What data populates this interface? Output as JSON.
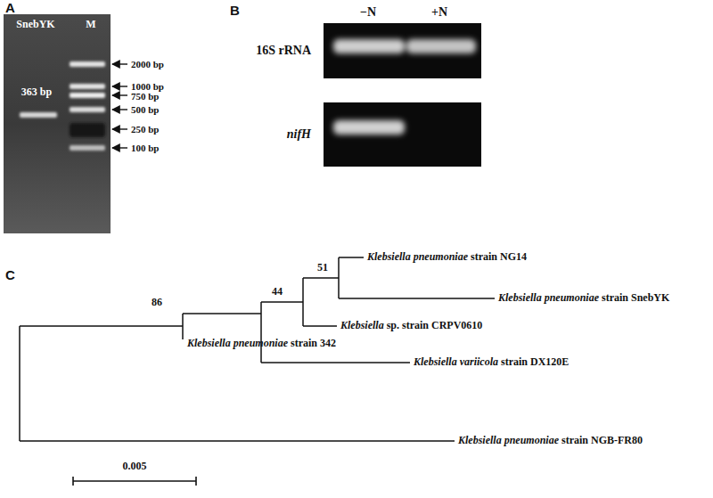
{
  "diagram": {
    "nodes": [
      {
        "text": [
          "SnebYK",
          "M",
          "363 bp"
        ]
      },
      {
        "text": [
          "16S rRNA"
        ]
      },
      {
        "text": [
          "nifH"
        ]
      }
    ],
    "labels": [
      "A",
      "2000 bp",
      "1000 bp",
      "750 bp",
      "500 bp",
      "250 bp",
      "100 bp",
      "B",
      "−N",
      "+N",
      "C",
      "86",
      "44",
      "51",
      "Klebsiella pneumoniae strain NG14",
      "Klebsiella pneumoniae strain SnebYK",
      "Klebsiella sp. strain CRPV0610",
      "Klebsiella variicola strain DX120E",
      "Klebsiella pneumoniae strain 342",
      "Klebsiella pneumoniae strain NGB-FR80",
      "0.005"
    ]
  }
}
